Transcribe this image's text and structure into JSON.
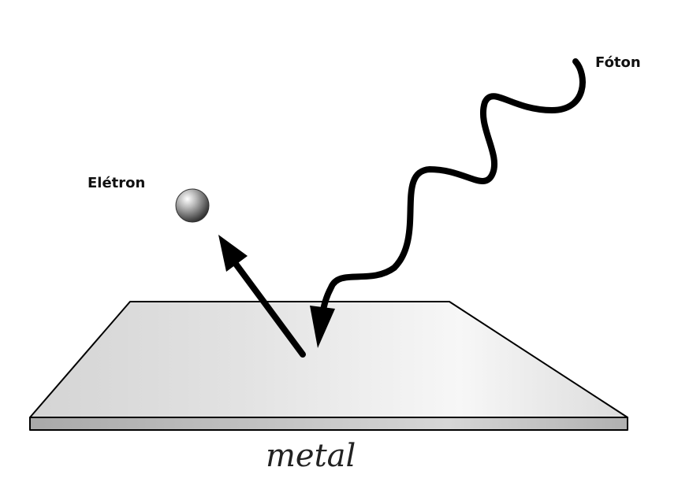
{
  "labels": {
    "photon": "Fóton",
    "electron": "Elétron",
    "metal": "metal"
  },
  "colors": {
    "stroke": "#000000",
    "plate_light": "#f2f2f2",
    "plate_shade": "#cfcfcf",
    "plate_edge": "#b5b5b5",
    "electron_highlight": "#ffffff",
    "electron_body": "#9a9a9a",
    "electron_dark": "#2e2e2e"
  },
  "icons": {
    "photon": "wavy-arrow",
    "electron": "sphere",
    "emission": "straight-arrow"
  }
}
